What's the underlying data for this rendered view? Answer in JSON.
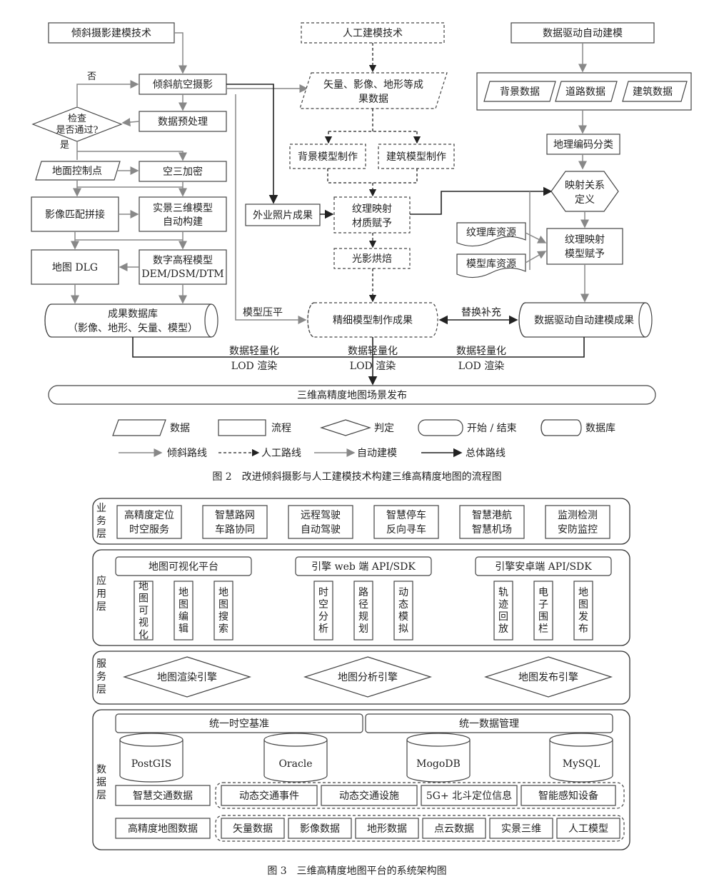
{
  "fig2": {
    "top_left": "倾斜摄影建模技术",
    "top_mid": "人工建模技术",
    "top_right": "数据驱动自动建模",
    "aerial": "倾斜航空摄影",
    "no": "否",
    "yes": "是",
    "check": [
      "检查",
      "是否通过?"
    ],
    "preprocess": "数据预处理",
    "gcp": "地面控制点",
    "aerotri": "空三加密",
    "match": "影像匹配拼接",
    "realmodel": [
      "实景三维模型",
      "自动构建"
    ],
    "dlg": "地图 DLG",
    "dem": [
      "数字高程模型",
      "DEM/DSM/DTM"
    ],
    "result_db": [
      "成果数据库",
      "（影像、地形、矢量、模型）"
    ],
    "vector_data": [
      "矢量、影像、地形等成",
      "果数据"
    ],
    "bg_model": "背景模型制作",
    "bld_model": "建筑模型制作",
    "field_photo": "外业照片成果",
    "texture_map": [
      "纹理映射",
      "材质赋予"
    ],
    "light": "光影烘焙",
    "fine_result": "精细模型制作成果",
    "flatten": "模型压平",
    "replace": "替换补充",
    "bg_data": "背景数据",
    "road_data": "道路数据",
    "bld_data": "建筑数据",
    "geocode": "地理编码分类",
    "mapping": [
      "映射关系",
      "定义"
    ],
    "texture_lib": "纹理库资源",
    "model_lib": "模型库资源",
    "tex_map2": [
      "纹理映射",
      "模型赋予"
    ],
    "auto_result": "数据驱动自动建模成果",
    "lod": [
      "数据轻量化",
      "LOD 渲染"
    ],
    "publish": "三维高精度地图场景发布",
    "legend": {
      "data": "数据",
      "process": "流程",
      "decision": "判定",
      "startend": "开始 / 结束",
      "db": "数据库",
      "oblique": "倾斜路线",
      "manual": "人工路线",
      "auto": "自动建模",
      "overall": "总体路线"
    },
    "caption": "图 2　改进倾斜摄影与人工建模技术构建三维高精度地图的流程图"
  },
  "fig3": {
    "biz_label": [
      "业",
      "务",
      "层"
    ],
    "biz": [
      [
        "高精度定位",
        "时空服务"
      ],
      [
        "智慧路网",
        "车路协同"
      ],
      [
        "远程驾驶",
        "自动驾驶"
      ],
      [
        "智慧停车",
        "反向寻车"
      ],
      [
        "智慧港航",
        "智慧机场"
      ],
      [
        "监测检测",
        "安防监控"
      ]
    ],
    "app_label": [
      "应",
      "用",
      "层"
    ],
    "app_groups": [
      {
        "title": "地图可视化平台",
        "items": [
          "地图可视化",
          "地图编辑",
          "地图搜索"
        ]
      },
      {
        "title": "引擎 web 端 API/SDK",
        "items": [
          "时空分析",
          "路径规划",
          "动态模拟"
        ]
      },
      {
        "title": "引擎安卓端 API/SDK",
        "items": [
          "轨迹回放",
          "电子围栏",
          "地图发布"
        ]
      }
    ],
    "svc_label": [
      "服",
      "务",
      "层"
    ],
    "svc": [
      "地图渲染引擎",
      "地图分析引擎",
      "地图发布引擎"
    ],
    "data_label": [
      "数",
      "据",
      "层"
    ],
    "unified": [
      "统一时空基准",
      "统一数据管理"
    ],
    "dbs": [
      "PostGIS",
      "Oracle",
      "MogoDB",
      "MySQL"
    ],
    "row1_label": "智慧交通数据",
    "row1": [
      "动态交通事件",
      "动态交通设施",
      "5G+ 北斗定位信息",
      "智能感知设备"
    ],
    "row2_label": "高精度地图数据",
    "row2": [
      "矢量数据",
      "影像数据",
      "地形数据",
      "点云数据",
      "实景三维",
      "人工模型"
    ],
    "caption": "图 3　三维高精度地图平台的系统架构图"
  }
}
